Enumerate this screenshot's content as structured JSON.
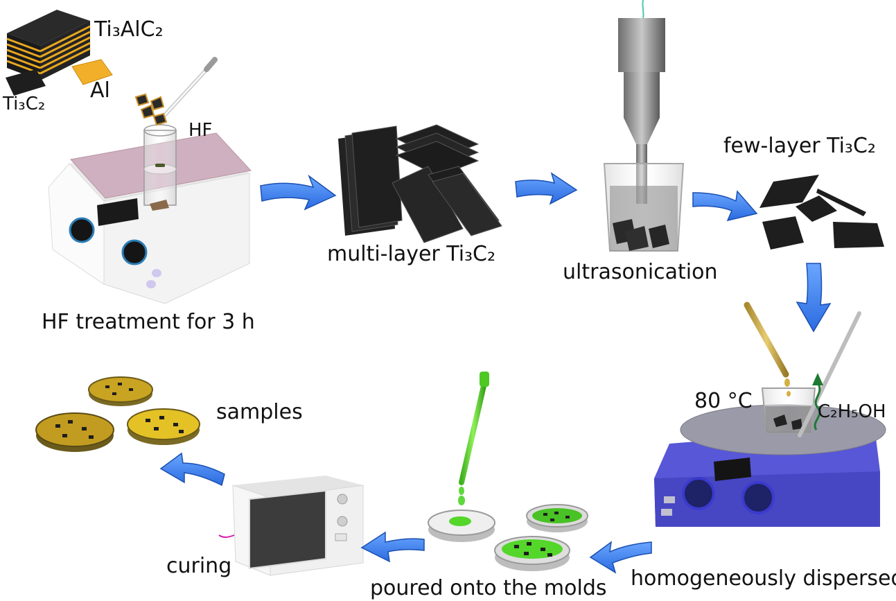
{
  "labels": {
    "ti3alc2": "Ti₃AlC₂",
    "ti3c2_small": "Ti₃C₂",
    "al": "Al",
    "hf": "HF",
    "hf_treatment": "HF treatment for 3 h",
    "multi_layer": "multi-layer Ti₃C₂",
    "ultrasonication": "ultrasonication",
    "few_layer": "few-layer Ti₃C₂",
    "temperature": "80 °C",
    "ethanol": "C₂H₅OH",
    "homogeneously_dispersed": "homogeneously dispersed",
    "poured": "poured onto the molds",
    "curing": "curing",
    "samples": "samples"
  },
  "colors": {
    "arrow_blue": "#3a7ff0",
    "hotplate_top": "#c9a8b8",
    "stirrer_blue": "#5b5be0",
    "gold_layer": "#e8a820",
    "dark_sheet": "#1e1e1e",
    "green_resin": "#55d62a",
    "sample_amber": "#c9a322",
    "ethanol_green": "#1e7a32"
  }
}
